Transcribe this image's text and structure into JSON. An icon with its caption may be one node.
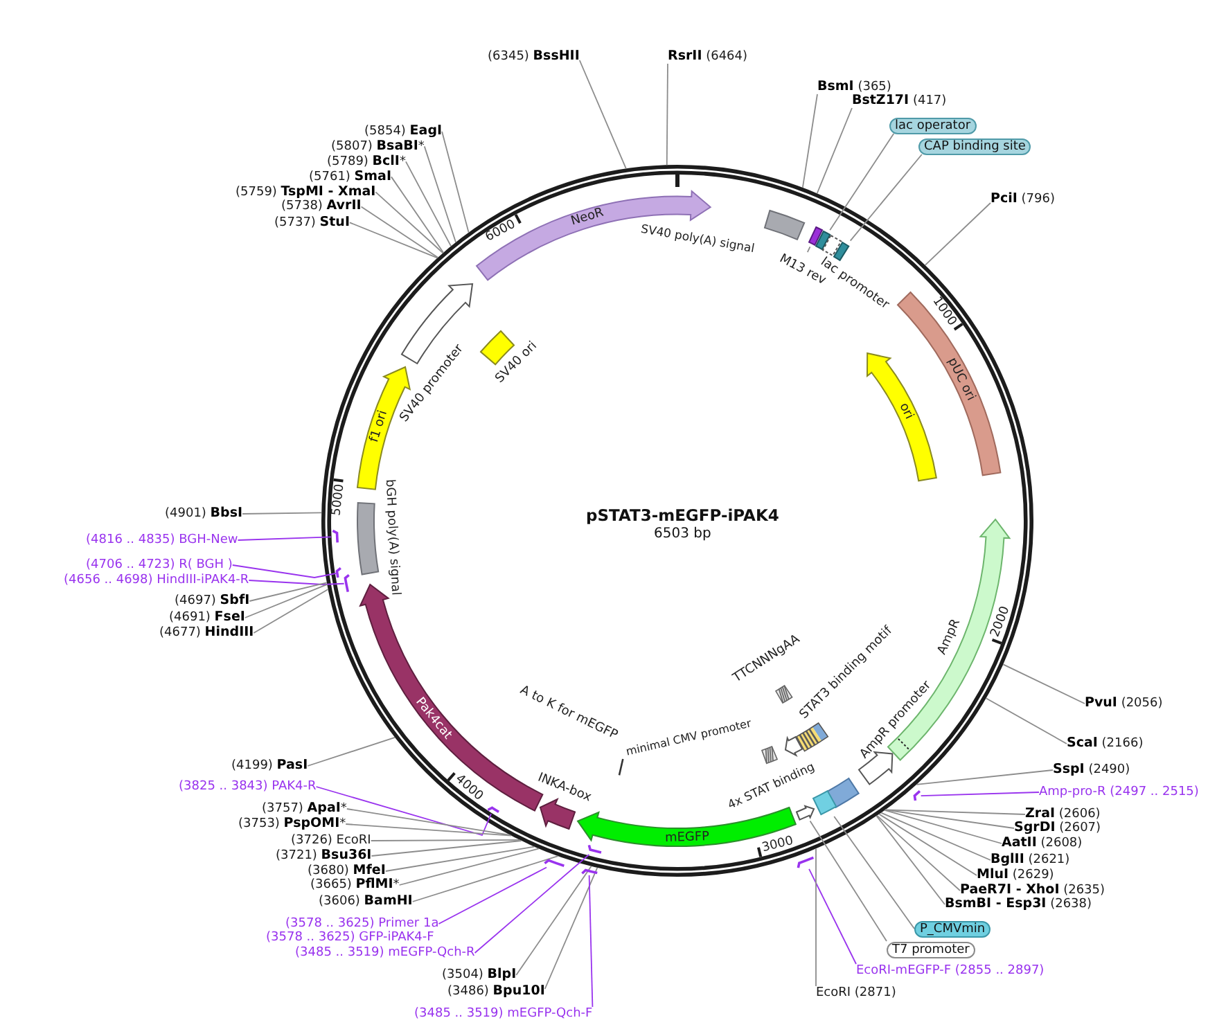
{
  "diagram": {
    "title": "pSTAT3-mEGFP-iPAK4",
    "nodes": [
      {
        "text": [],
        "shape": "circle"
      },
      {
        "text": [
          "NeoR"
        ],
        "in": 0
      },
      {
        "text": [
          "SV40 poly(A) signal"
        ],
        "in": 0
      },
      {
        "text": [],
        "shape": "box",
        "in": 0
      },
      {
        "text": [
          "M13 rev"
        ],
        "in": 0
      },
      {
        "text": [],
        "shape": "box",
        "in": 0
      },
      {
        "text": [
          "lac promoter"
        ],
        "in": 0
      },
      {
        "text": [],
        "shape": "box",
        "in": 0
      },
      {
        "text": [
          "pUC ori"
        ],
        "in": 0
      },
      {
        "text": [
          "ori"
        ],
        "in": 0
      },
      {
        "text": [
          "AmpR"
        ],
        "in": 0
      },
      {
        "text": [
          "AmpR promoter"
        ],
        "in": 0
      },
      {
        "text": [
          "4x STAT binding"
        ],
        "in": 0
      },
      {
        "text": [],
        "shape": "box",
        "in": 0
      },
      {
        "text": [],
        "shape": "pentagon",
        "in": 0
      },
      {
        "text": [
          "STAT3 binding motif"
        ],
        "in": 0
      },
      {
        "text": [
          "TTCNNNgAA"
        ],
        "in": 0
      },
      {
        "text": [],
        "shape": "pentagon",
        "in": 0
      },
      {
        "text": [
          "minimal CMV promoter"
        ],
        "in": 0
      },
      {
        "text": [
          "mEGFP"
        ],
        "in": 0
      },
      {
        "text": [
          "A to K for mEGFP"
        ],
        "in": 0
      },
      {
        "text": [
          "INKA-box"
        ],
        "in": 0
      },
      {
        "text": [
          "Pak4cat"
        ],
        "in": 0
      },
      {
        "text": [
          "bGH poly(A) signal"
        ],
        "in": 0
      },
      {
        "text": [
          "f1 ori"
        ],
        "in": 0
      },
      {
        "text": [
          "SV40 promoter"
        ],
        "in": 0
      },
      {
        "text": [
          "SV40 ori"
        ],
        "in": 0
      },
      {
        "text": [],
        "shape": "bar",
        "in": 0
      },
      {
        "text": [],
        "shape": "bar",
        "in": 0
      },
      {
        "text": [],
        "shape": "bar",
        "in": 0
      },
      {
        "text": [],
        "shape": "bar",
        "in": 0
      },
      {
        "text": [],
        "shape": "bar",
        "in": 0
      },
      {
        "text": [],
        "shape": "bar",
        "in": 0
      },
      {
        "text": [],
        "shape": "bar",
        "in": 0
      },
      {
        "text": [],
        "shape": "bar",
        "in": 0
      },
      {
        "text": [],
        "shape": "bar",
        "in": 0
      },
      {
        "text": [
          "(6345) **BssHII**"
        ]
      },
      {
        "text": [
          "**RsrII** (6464)"
        ]
      },
      {
        "text": [
          "**BsmI** (365)"
        ]
      },
      {
        "text": [
          "**BstZ17I** (417)"
        ]
      },
      {
        "text": [
          "lac operator"
        ]
      },
      {
        "text": [
          "CAP binding site"
        ]
      },
      {
        "text": [
          "**PciI** (796)"
        ]
      },
      {
        "text": [
          "(5854) **EagI**"
        ]
      },
      {
        "text": [
          "(5807) **BsaBI***"
        ]
      },
      {
        "text": [
          "(5789) **BclI***"
        ]
      },
      {
        "text": [
          "(5761) **SmaI**"
        ]
      },
      {
        "text": [
          "(5759) **TspMI - XmaI**"
        ]
      },
      {
        "text": [
          "(5738) **AvrII**"
        ]
      },
      {
        "text": [
          "(5737) **StuI**"
        ]
      },
      {
        "text": [
          "(4901) **BbsI**"
        ]
      },
      {
        "text": [
          "(4816 .. 4835) BGH-New"
        ]
      },
      {
        "text": [
          "(4706 .. 4723) R( BGH )"
        ]
      },
      {
        "text": [
          "(4656 .. 4698) HindIII-iPAK4-R"
        ]
      },
      {
        "text": [
          "(4697) **SbfI**"
        ]
      },
      {
        "text": [
          "(4691) **FseI**"
        ]
      },
      {
        "text": [
          "(4677) **HindIII**"
        ]
      },
      {
        "text": [
          "**PvuI** (2056)"
        ]
      },
      {
        "text": [
          "**ScaI** (2166)"
        ]
      },
      {
        "text": [
          "**SspI** (2490)"
        ]
      },
      {
        "text": [
          "Amp-pro-R (2497 .. 2515)"
        ]
      },
      {
        "text": [
          "**ZraI** (2606)"
        ]
      },
      {
        "text": [
          "**SgrDI** (2607)"
        ]
      },
      {
        "text": [
          "**AatII** (2608)"
        ]
      },
      {
        "text": [
          "**BglII** (2621)"
        ]
      },
      {
        "text": [
          "**MluI** (2629)"
        ]
      },
      {
        "text": [
          "**PaeR7I - XhoI** (2635)"
        ]
      },
      {
        "text": [
          "**BsmBI - Esp3I** (2638)"
        ]
      },
      {
        "text": [
          "(4199) **PasI**"
        ]
      },
      {
        "text": [
          "(3825 .. 3843) PAK4-R"
        ]
      },
      {
        "text": [
          "(3757) **ApaI***"
        ]
      },
      {
        "text": [
          "(3753) **PspOMI***"
        ]
      },
      {
        "text": [
          "(3726) EcoRI"
        ]
      },
      {
        "text": [
          "(3721) **Bsu36I**"
        ]
      },
      {
        "text": [
          "(3680) **MfeI**"
        ]
      },
      {
        "text": [
          "(3665) **PflMI***"
        ]
      },
      {
        "text": [
          "(3606) **BamHI**"
        ]
      },
      {
        "text": [
          "(3578 .. 3625) Primer 1a"
        ]
      },
      {
        "text": [
          "(3485 .. 3519) mEGFP-Qch-R"
        ]
      },
      {
        "text": [
          "(3504) **BlpI**"
        ]
      },
      {
        "text": [
          "(3486) **Bpu10I**"
        ]
      },
      {
        "text": [
          "(3485 .. 3519) mEGFP-Qch-F"
        ]
      },
      {
        "text": [
          "P_CMVmin"
        ]
      },
      {
        "text": [
          "T7 promoter"
        ]
      },
      {
        "text": [
          "EcoRI-mEGFP-F (2855 .. 2897)"
        ]
      },
      {
        "text": [
          "EcoRI (2871)"
        ]
      }
    ],
    "edges": [
      {
        "from": 36,
        "to": 0,
        "arrow": "none"
      },
      {
        "from": 37,
        "to": 0,
        "arrow": "none"
      },
      {
        "from": 38,
        "to": 0,
        "arrow": "none"
      },
      {
        "from": 39,
        "to": 0,
        "arrow": "none"
      },
      {
        "from": 40,
        "to": 5,
        "arrow": "none"
      },
      {
        "from": 41,
        "to": 7,
        "arrow": "none"
      },
      {
        "from": 42,
        "to": 0,
        "arrow": "none"
      },
      {
        "from": 43,
        "to": 0,
        "arrow": "none"
      },
      {
        "from": 44,
        "to": 0,
        "arrow": "none"
      },
      {
        "from": 45,
        "to": 0,
        "arrow": "none"
      },
      {
        "from": 46,
        "to": 0,
        "arrow": "none"
      },
      {
        "from": 47,
        "to": 0,
        "arrow": "none"
      },
      {
        "from": 48,
        "to": 0,
        "arrow": "none"
      },
      {
        "from": 49,
        "to": 0,
        "arrow": "none"
      },
      {
        "from": 50,
        "to": 0,
        "arrow": "none"
      },
      {
        "from": 51,
        "to": 27,
        "arrow": "none",
        "color": "#9933ee"
      },
      {
        "from": 52,
        "to": 28,
        "arrow": "none",
        "color": "#9933ee"
      },
      {
        "from": 53,
        "to": 29,
        "arrow": "none",
        "color": "#9933ee"
      },
      {
        "from": 54,
        "to": 0,
        "arrow": "none"
      },
      {
        "from": 55,
        "to": 0,
        "arrow": "none"
      },
      {
        "from": 56,
        "to": 0,
        "arrow": "none"
      },
      {
        "from": 57,
        "to": 0,
        "arrow": "none"
      },
      {
        "from": 58,
        "to": 0,
        "arrow": "none"
      },
      {
        "from": 59,
        "to": 0,
        "arrow": "none"
      },
      {
        "from": 60,
        "to": 35,
        "arrow": "none",
        "color": "#9933ee"
      },
      {
        "from": 61,
        "to": 0,
        "arrow": "none"
      },
      {
        "from": 62,
        "to": 0,
        "arrow": "none"
      },
      {
        "from": 63,
        "to": 0,
        "arrow": "none"
      },
      {
        "from": 64,
        "to": 0,
        "arrow": "none"
      },
      {
        "from": 65,
        "to": 0,
        "arrow": "none"
      },
      {
        "from": 66,
        "to": 0,
        "arrow": "none"
      },
      {
        "from": 67,
        "to": 0,
        "arrow": "none"
      },
      {
        "from": 68,
        "to": 0,
        "arrow": "none"
      },
      {
        "from": 69,
        "to": 30,
        "arrow": "none",
        "color": "#9933ee"
      },
      {
        "from": 70,
        "to": 0,
        "arrow": "none"
      },
      {
        "from": 71,
        "to": 0,
        "arrow": "none"
      },
      {
        "from": 72,
        "to": 0,
        "arrow": "none"
      },
      {
        "from": 73,
        "to": 0,
        "arrow": "none"
      },
      {
        "from": 74,
        "to": 0,
        "arrow": "none"
      },
      {
        "from": 75,
        "to": 0,
        "arrow": "none"
      },
      {
        "from": 76,
        "to": 0,
        "arrow": "none"
      },
      {
        "from": 77,
        "to": 31,
        "arrow": "none",
        "color": "#9933ee"
      },
      {
        "from": 78,
        "to": 32,
        "arrow": "none",
        "color": "#9933ee"
      },
      {
        "from": 79,
        "to": 0,
        "arrow": "none"
      },
      {
        "from": 80,
        "to": 0,
        "arrow": "none"
      },
      {
        "from": 81,
        "to": 33,
        "arrow": "none",
        "color": "#9933ee"
      },
      {
        "from": 82,
        "to": 13,
        "arrow": "none"
      },
      {
        "from": 83,
        "to": 14,
        "arrow": "none"
      },
      {
        "from": 84,
        "to": 34,
        "arrow": "none",
        "color": "#9933ee"
      },
      {
        "from": 85,
        "to": 0,
        "arrow": "none"
      },
      {
        "from": 4,
        "to": 3,
        "arrow": "none"
      }
    ],
    "labels": [
      "1000",
      "2000",
      "3000",
      "4000",
      "5000",
      "6000",
      "6503 bp",
      "(3578 .. 3625) GFP-iPAK4-F"
    ]
  }
}
